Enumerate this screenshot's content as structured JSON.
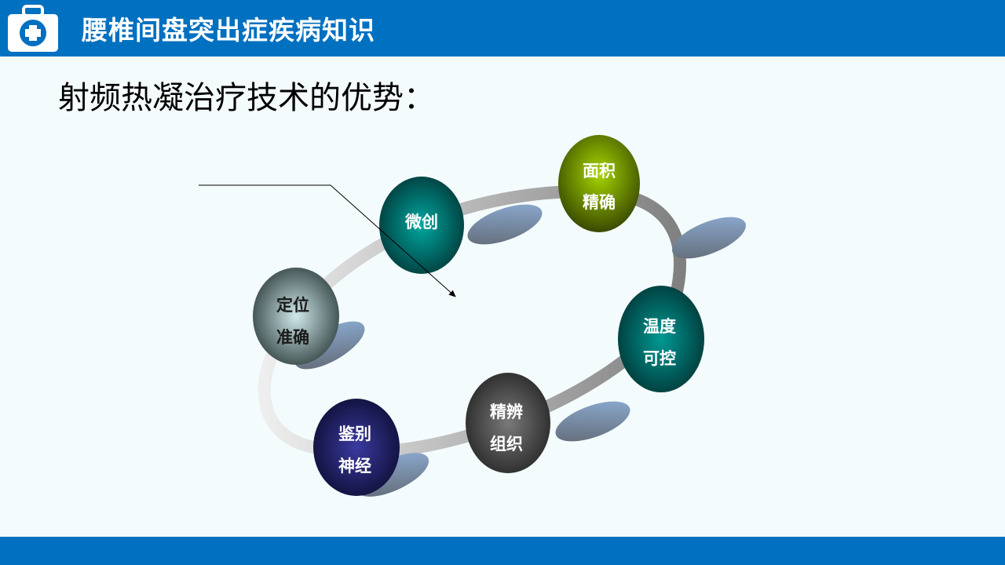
{
  "header": {
    "title": "腰椎间盘突出症疾病知识",
    "icon": "medical-kit-icon"
  },
  "subtitle": "射频热凝治疗技术的优势：",
  "nodes": [
    {
      "line1": "微创",
      "line2": ""
    },
    {
      "line1": "面积",
      "line2": "精确"
    },
    {
      "line1": "温度",
      "line2": "可控"
    },
    {
      "line1": "精辨",
      "line2": "组织"
    },
    {
      "line1": "鉴别",
      "line2": "神经"
    },
    {
      "line1": "定位",
      "line2": "准确"
    }
  ],
  "colors": {
    "brand": "#0070c0",
    "background": "#f4fbfc"
  }
}
